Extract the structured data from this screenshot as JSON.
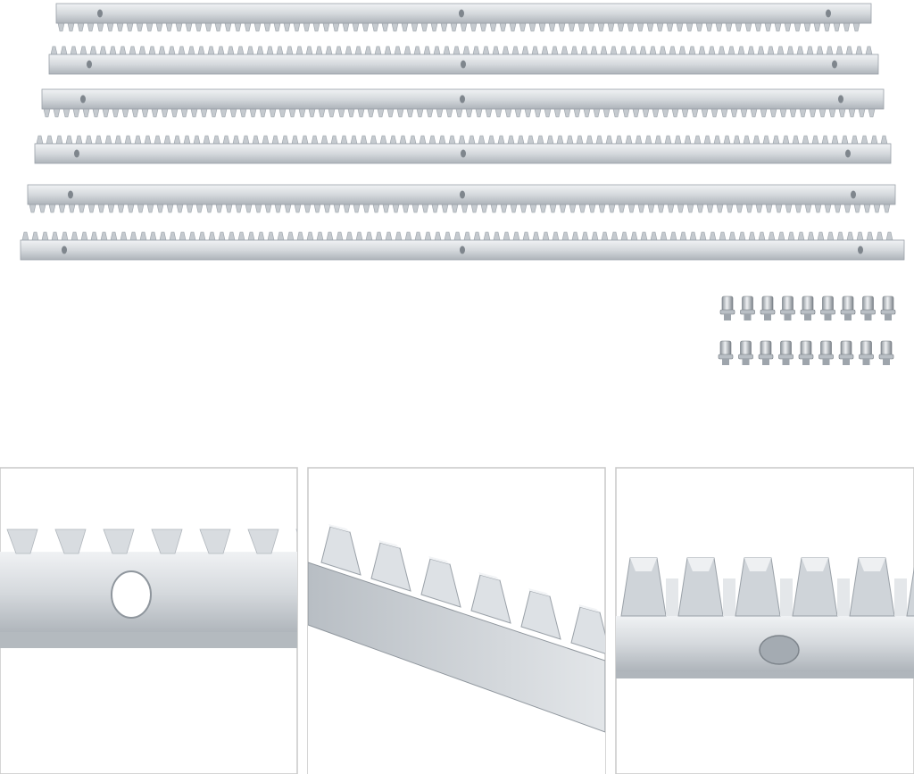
{
  "photo": {
    "subject": "gear-rack-set",
    "rack_count": 6,
    "bolt_count": 18,
    "detail_view_count": 3,
    "colors": {
      "background": "#ffffff",
      "metal_light": "#e6e9ec",
      "metal_mid": "#c9ced3",
      "metal_dark": "#9aa1a8",
      "hole": "#8a9098",
      "frame": "#c8c8c8"
    }
  }
}
